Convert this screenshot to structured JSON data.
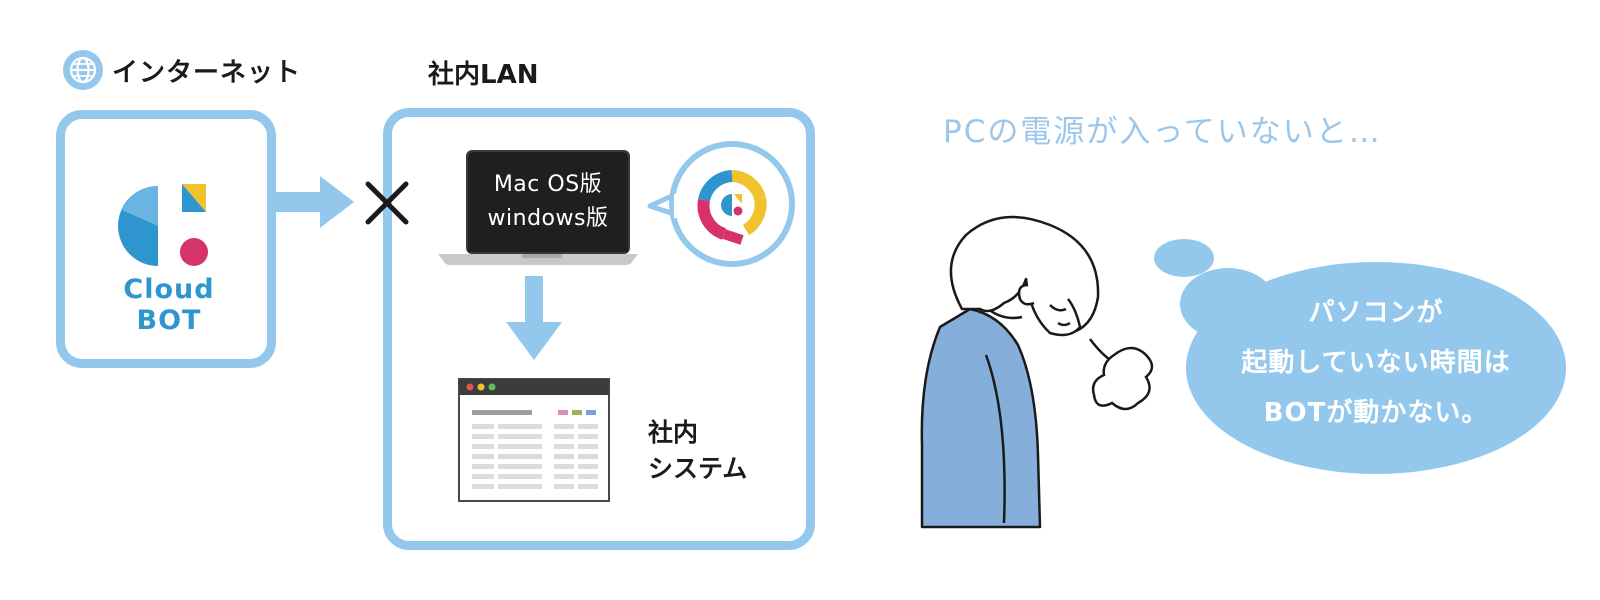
{
  "internet": {
    "label": "インターネット",
    "icon": "globe-icon"
  },
  "lan": {
    "label": "社内LAN"
  },
  "cloudbot": {
    "name": "Cloud BOT"
  },
  "laptop": {
    "line1": "Mac OS版",
    "line2": "windows版"
  },
  "system": {
    "line1": "社内",
    "line2": "システム"
  },
  "thought": {
    "text": "PCの電源が入っていないと…"
  },
  "speech": {
    "line1": "パソコンが",
    "line2": "起動していない時間は",
    "line3": "BOTが動かない。"
  },
  "colors": {
    "box_border": "#93c8ec",
    "arrow": "#93c8ec",
    "bubble": "#93c8ec",
    "person": "#86aedb",
    "logo_blue": "#2e95cf",
    "logo_yellow": "#f2c12e",
    "logo_pink": "#d6336c"
  }
}
